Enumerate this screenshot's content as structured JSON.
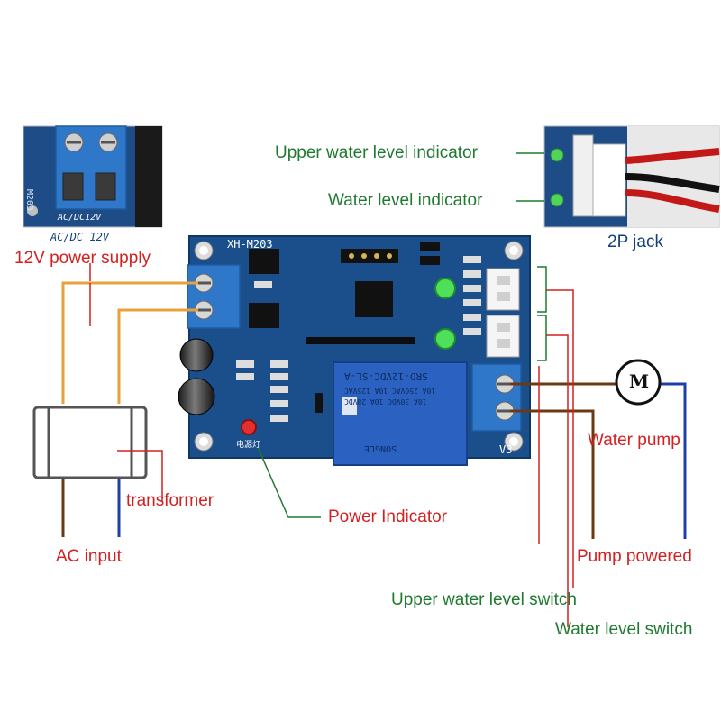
{
  "labels": {
    "upper_indicator": "Upper water level indicator",
    "water_indicator": "Water level indicator",
    "jack": "2P jack",
    "power_supply": "12V power supply",
    "transformer": "transformer",
    "ac_input": "AC input",
    "power_indicator": "Power Indicator",
    "water_pump": "Water pump",
    "pump_powered": "Pump powered",
    "upper_switch": "Upper water level switch",
    "water_switch": "Water level switch"
  },
  "board": {
    "model": "XH-M203",
    "version": "V3",
    "relay_text_1": "SRD-12VDC-SL-A",
    "relay_text_2": "10A 250VAC 10A 125VAC",
    "relay_text_3": "10A 30VDC 10A 28VDC",
    "relay_brand": "SONGLE",
    "power_led_label": "电源灯",
    "motor_symbol": "M"
  },
  "inset": {
    "terminal_label": "AC/DC12V",
    "caption": "AC/DC 12V"
  },
  "colors": {
    "pcb": "#1a4f8c",
    "terminal": "#2f78c9",
    "orange_wire": "#e9a13b",
    "brown_wire": "#6b3a12",
    "blue_wire": "#1f3fa8",
    "red_label": "#d42020",
    "green_label": "#1e7a2e"
  }
}
